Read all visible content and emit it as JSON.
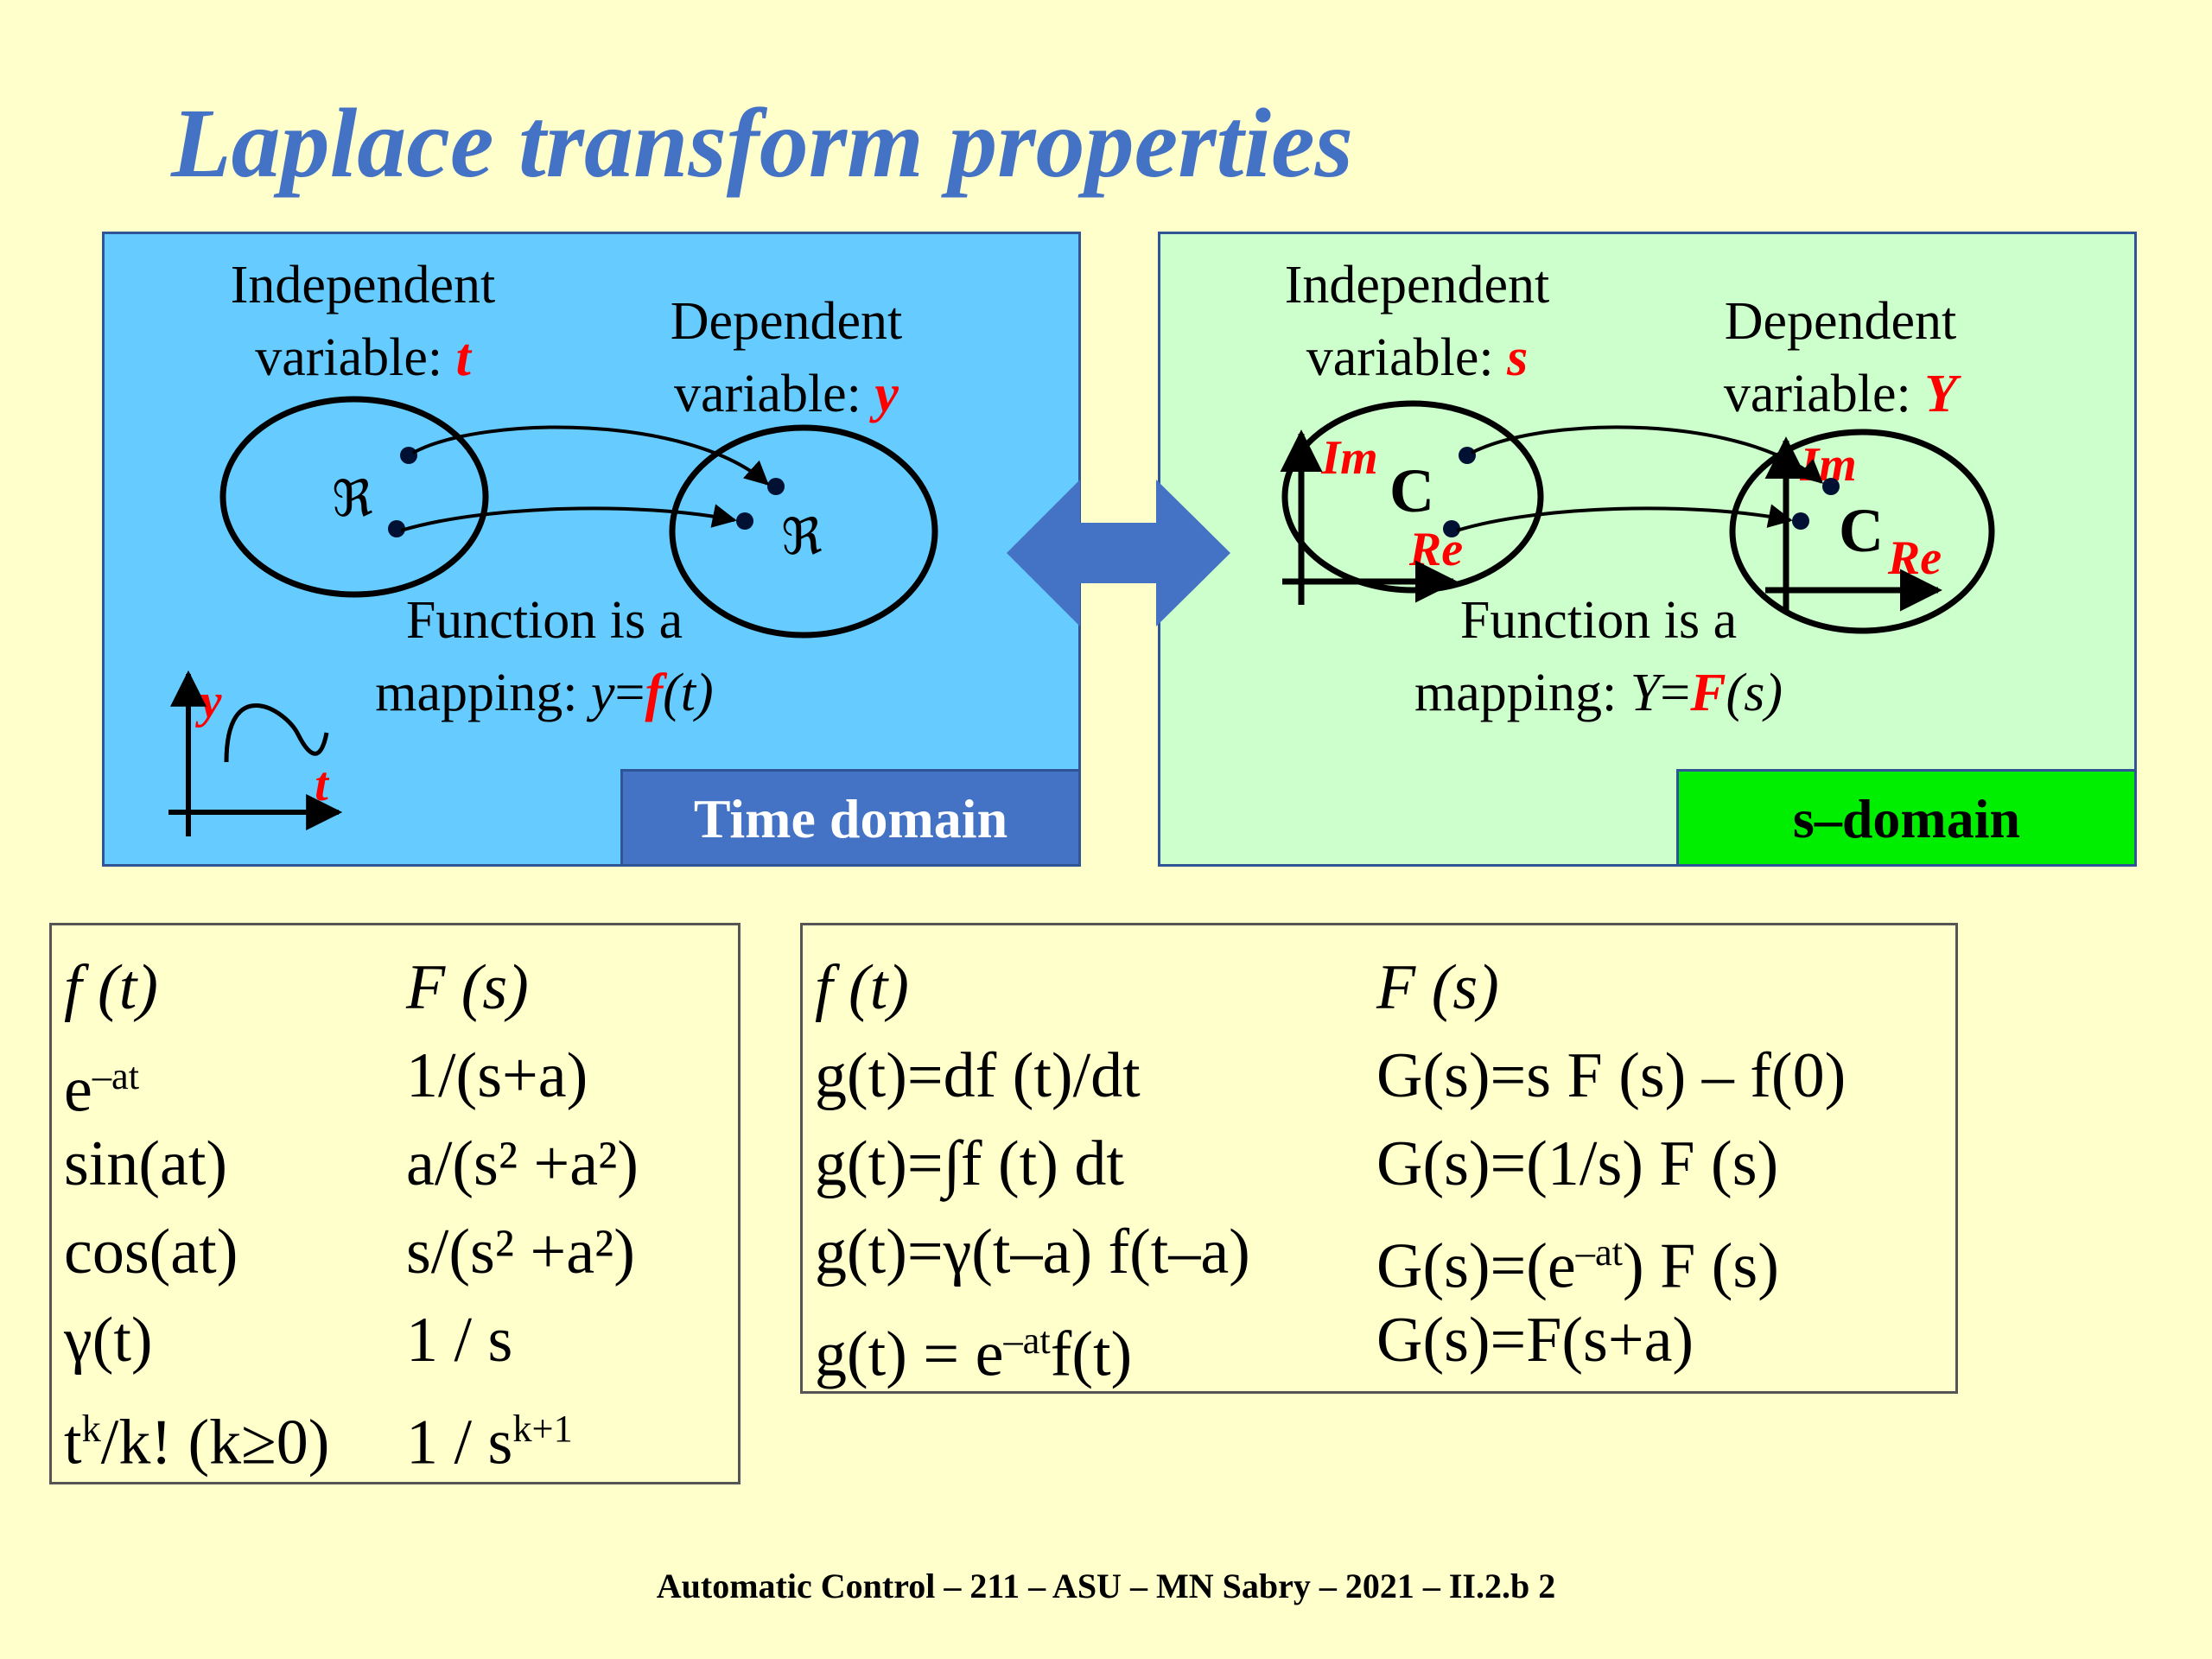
{
  "title": "Laplace transform properties",
  "time_panel": {
    "indep_label": "Independent",
    "indep_var_prefix": "variable: ",
    "indep_var": "t",
    "dep_label": "Dependent",
    "dep_var_prefix": "variable: ",
    "dep_var": "y",
    "set_left": "ℜ",
    "set_right": "ℜ",
    "func_line1": "Function is a",
    "func_prefix": "mapping: ",
    "func_lhs": "y",
    "func_eq": "=",
    "func_f": "f",
    "func_arg": "(t)",
    "plot_y": "y",
    "plot_t": "t",
    "tag": "Time domain"
  },
  "s_panel": {
    "indep_label": "Independent",
    "indep_var_prefix": "variable: ",
    "indep_var": "s",
    "dep_label": "Dependent",
    "dep_var_prefix": "variable: ",
    "dep_var": "Y",
    "im_left": "Im",
    "re_left": "Re",
    "c_left": "C",
    "im_right": "Im",
    "re_right": "Re",
    "c_right": "C",
    "func_line1": "Function is a",
    "func_prefix": "mapping: ",
    "func_lhs": "Y",
    "func_eq": "=",
    "func_f": "F",
    "func_arg": "(s)",
    "tag": "s–domain"
  },
  "table_pairs": {
    "header": [
      "f (t)",
      "F (s)"
    ],
    "rows": [
      [
        "e^{–at}",
        "1/(s+a)"
      ],
      [
        "sin(at)",
        "a/(s² +a²)"
      ],
      [
        "cos(at)",
        "s/(s² +a²)"
      ],
      [
        "γ(t)",
        "1 / s"
      ],
      [
        "t^k/k! (k≥0)",
        "1 / s^{k+1}"
      ]
    ]
  },
  "table_props": {
    "header": [
      "f (t)",
      "F (s)"
    ],
    "rows": [
      [
        "g(t)=df (t)/dt",
        "G(s)=s F (s) – f(0)"
      ],
      [
        "g(t)=∫f (t) dt",
        "G(s)=(1/s) F (s)"
      ],
      [
        "g(t)=γ(t–a) f(t–a)",
        "G(s)=(e^{–at}) F (s)"
      ],
      [
        "g(t) = e^{–at}f(t)",
        "G(s)=F(s+a)"
      ]
    ]
  },
  "footer": "Automatic Control – 211 – ASU – MN Sabry – 2021 – II.2.b 2",
  "colors": {
    "background": "#ffffcc",
    "title": "#4472c4",
    "time_panel": "#66ccff",
    "s_panel": "#ccffcc",
    "time_tag": "#4472c4",
    "s_tag": "#00ee00",
    "accent_red": "#ff0000",
    "double_arrow": "#4472c4"
  }
}
